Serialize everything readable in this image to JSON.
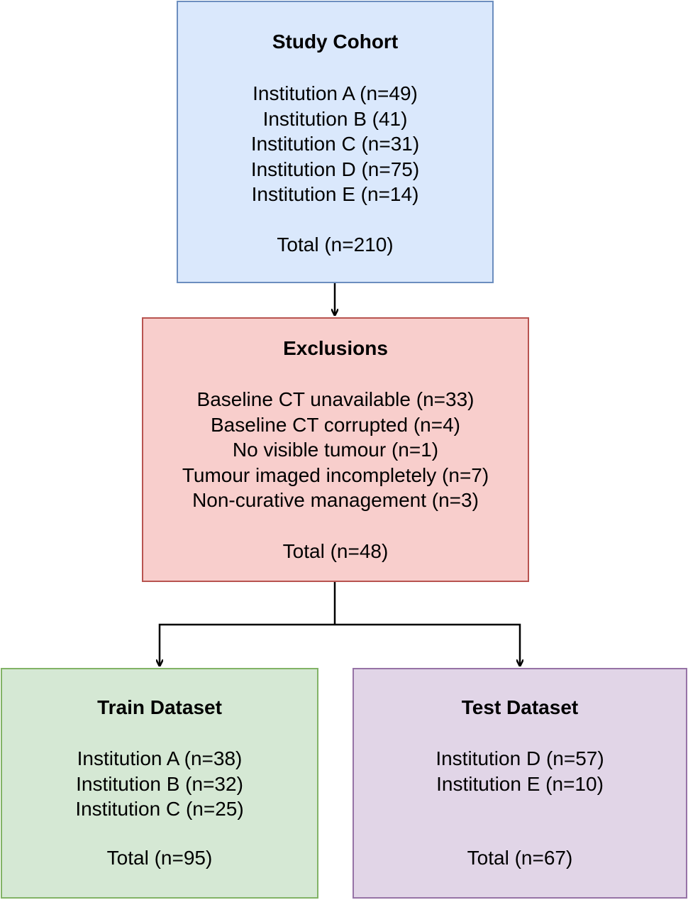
{
  "study_cohort": {
    "title": "Study Cohort",
    "lines": [
      "Institution A (n=49)",
      "Institution B (41)",
      "Institution C (n=31)",
      "Institution D (n=75)",
      "Institution E (n=14)"
    ],
    "total": "Total (n=210)",
    "fill_color": "#dae8fc",
    "border_color": "#6c8ebf"
  },
  "exclusions": {
    "title": "Exclusions",
    "lines": [
      "Baseline CT unavailable (n=33)",
      "Baseline CT corrupted (n=4)",
      "No visible tumour (n=1)",
      "Tumour imaged incompletely (n=7)",
      "Non-curative management (n=3)"
    ],
    "total": "Total (n=48)",
    "fill_color": "#f8cecc",
    "border_color": "#b85450"
  },
  "train_dataset": {
    "title": "Train Dataset",
    "lines": [
      "Institution A (n=38)",
      "Institution B (n=32)",
      "Institution C (n=25)"
    ],
    "total": "Total (n=95)",
    "fill_color": "#d5e8d4",
    "border_color": "#82b366"
  },
  "test_dataset": {
    "title": "Test Dataset",
    "lines": [
      "Institution D (n=57)",
      "Institution E (n=10)"
    ],
    "total": "Total (n=67)",
    "fill_color": "#e1d5e7",
    "border_color": "#9673a6"
  },
  "connector_color": "#000000"
}
